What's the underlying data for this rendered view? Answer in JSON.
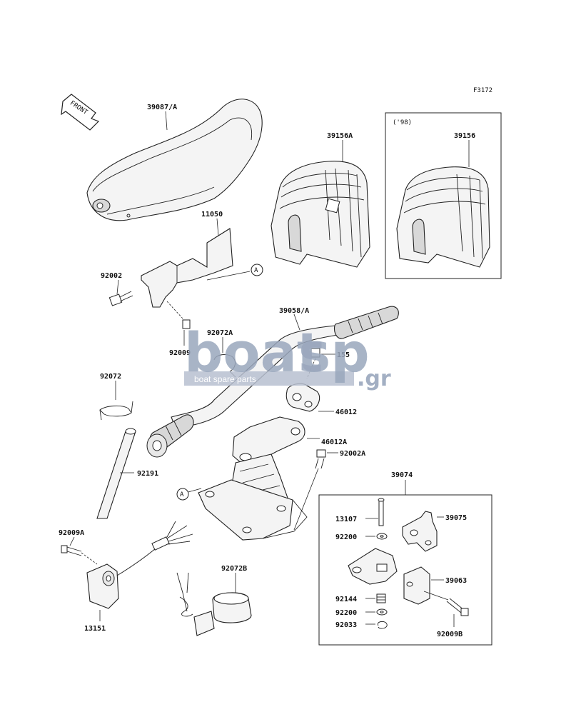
{
  "figure_code": "F3172",
  "front_label": "FRONT",
  "year_note": "('98)",
  "ref_marker": "A",
  "watermark": {
    "logo_left": "boat",
    "logo_right": "sp",
    "suffix": ".gr",
    "tagline": "boat spare parts"
  },
  "parts": {
    "p39087A": "39087/A",
    "p39156A": "39156A",
    "p39156": "39156",
    "p11050": "11050",
    "p92002": "92002",
    "p92009": "92009",
    "p92072A": "92072A",
    "p39058A": "39058/A",
    "p155": "155",
    "p92072": "92072",
    "p46012": "46012",
    "p46012A": "46012A",
    "p92002A": "92002A",
    "p92191": "92191",
    "p39074": "39074",
    "p13107": "13107",
    "p39075": "39075",
    "p92200a": "92200",
    "p39063": "39063",
    "p92144": "92144",
    "p92200b": "92200",
    "p92033": "92033",
    "p92009B": "92009B",
    "p92009A": "92009A",
    "p13151": "13151",
    "p92072B": "92072B"
  },
  "colors": {
    "watermark_fill": "#9aa7bd",
    "watermark_band": "#b7c0d0",
    "line": "#222222"
  }
}
